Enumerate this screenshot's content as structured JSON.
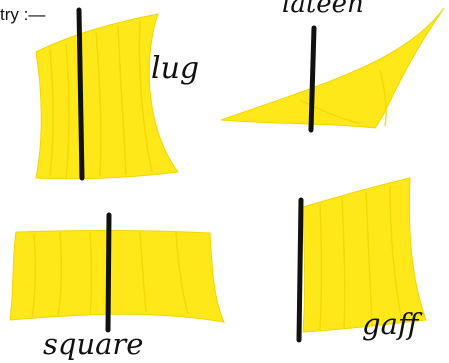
{
  "intro_text": "try :—",
  "colors": {
    "sail_fill": "#ffe81a",
    "sail_shade": "#f2d400",
    "mast": "#111111",
    "background": "#ffffff"
  },
  "sails": [
    {
      "id": "lug",
      "label": "lug"
    },
    {
      "id": "lateen",
      "label": "lateen"
    },
    {
      "id": "square",
      "label": "square"
    },
    {
      "id": "gaff",
      "label": "gaff"
    }
  ]
}
